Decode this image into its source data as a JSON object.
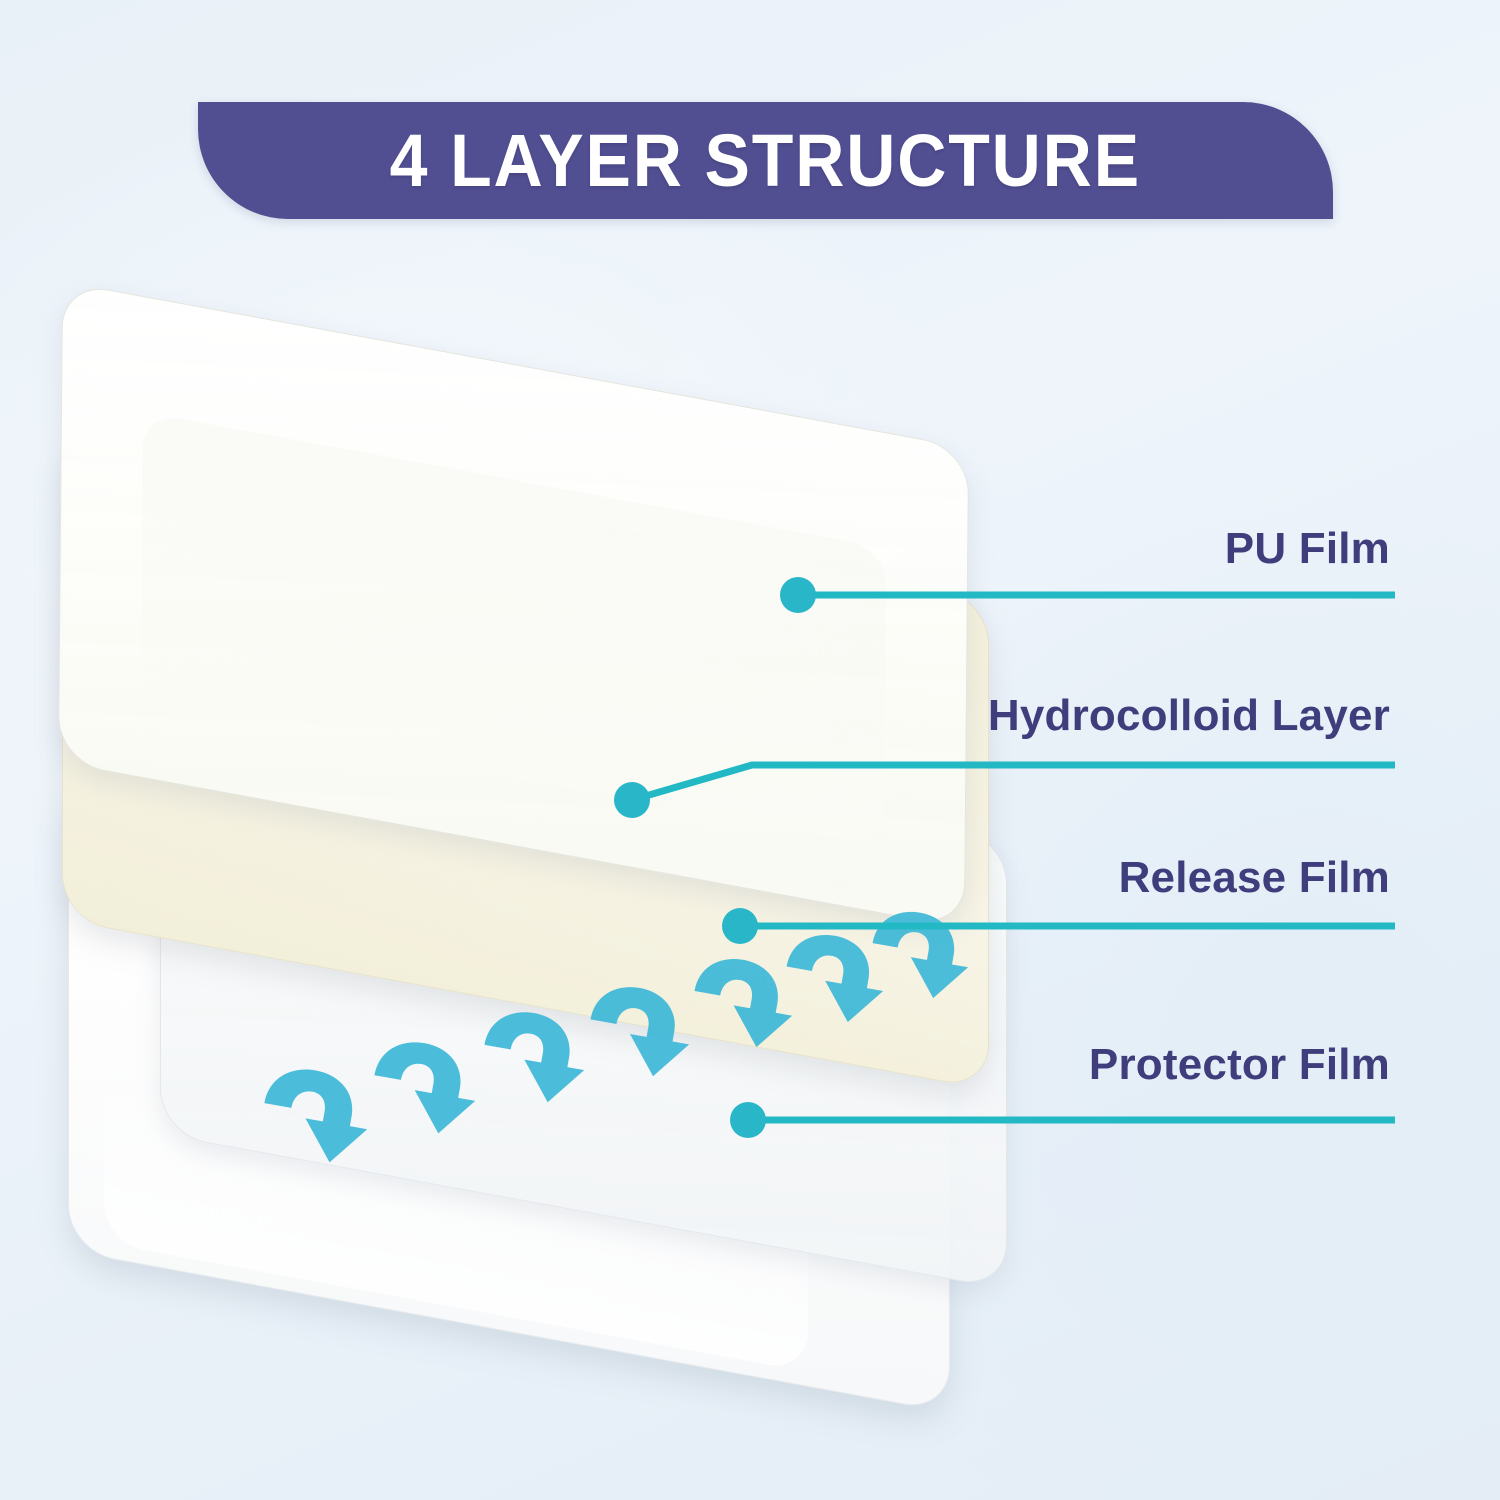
{
  "banner": {
    "title": "4 LAYER STRUCTURE",
    "bg_color": "#514f91",
    "text_color": "#ffffff"
  },
  "theme": {
    "background": "#eaf2f9",
    "accent_teal": "#22b8c4",
    "label_navy": "#3f3d7c",
    "arrow_blue": "#3fb9d8"
  },
  "layers": [
    {
      "id": "pu-film",
      "label": "PU Film",
      "sheet_color": "#fbfbf8",
      "description": "top translucent polyurethane sheet"
    },
    {
      "id": "hydrocolloid-layer",
      "label": "Hydrocolloid Layer",
      "sheet_color": "#f5f2e0",
      "description": "cream coloured adhesive hydrocolloid sheet"
    },
    {
      "id": "release-film",
      "label": "Release Film",
      "sheet_color": "#f7f9fa",
      "description": "translucent release liner with peel arrows"
    },
    {
      "id": "protector-film",
      "label": "Protector Film",
      "sheet_color": "#ffffff",
      "description": "bottom white protective backing sheet"
    }
  ],
  "peel_arrows": {
    "count": 7,
    "color": "#3fb9d8",
    "icon": "curved-peel-arrow"
  },
  "leader_lines": {
    "color": "#22b8c4",
    "dot_color": "#29b6c8",
    "count": 4
  }
}
